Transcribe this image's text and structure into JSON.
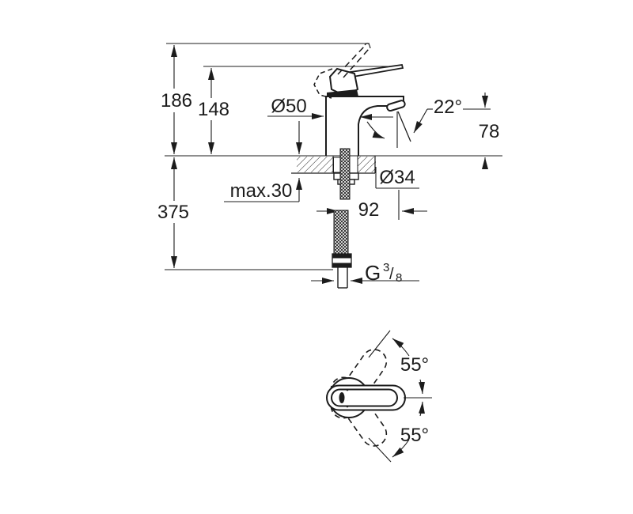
{
  "page": {
    "background": "#ffffff"
  },
  "drawing": {
    "line_color": "#1c1c1c",
    "side_view": {
      "overall_height": "186",
      "lever_height": "148",
      "body_diameter": "Ø50",
      "stream_angle": "22°",
      "spout_height": "78",
      "mounting_depth": "375",
      "max_deck_thickness": "max.30",
      "hole_diameter": "Ø34",
      "spout_projection": "92",
      "thread": {
        "letter": "G",
        "numerator": "3",
        "slash": "/",
        "denominator": "8"
      }
    },
    "top_view": {
      "swivel_upper": "55°",
      "swivel_lower": "55°"
    }
  }
}
